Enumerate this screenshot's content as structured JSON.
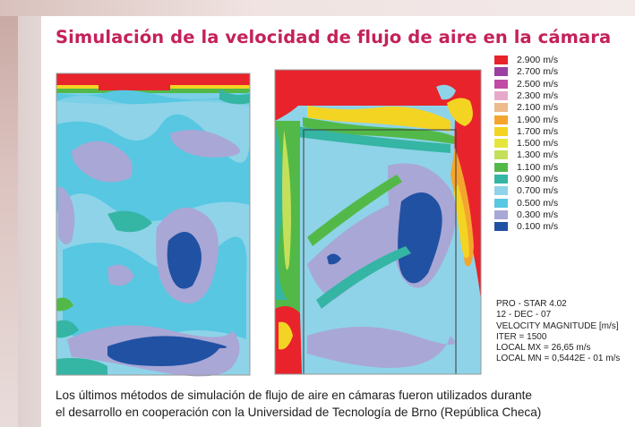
{
  "title": "Simulación de la velocidad de flujo de aire en la cámara",
  "legend": [
    {
      "label": "2.900 m/s",
      "color": "#e8232b"
    },
    {
      "label": "2.700 m/s",
      "color": "#9b3fa2"
    },
    {
      "label": "2.500 m/s",
      "color": "#c04ba6"
    },
    {
      "label": "2.300 m/s",
      "color": "#e7a9c9"
    },
    {
      "label": "2.100 m/s",
      "color": "#eeb98b"
    },
    {
      "label": "1.900 m/s",
      "color": "#f5a52e"
    },
    {
      "label": "1.700 m/s",
      "color": "#f4d423"
    },
    {
      "label": "1.500 m/s",
      "color": "#e6e63a"
    },
    {
      "label": "1.300 m/s",
      "color": "#c4e05a"
    },
    {
      "label": "1.100 m/s",
      "color": "#52b948"
    },
    {
      "label": "0.900 m/s",
      "color": "#35b5a4"
    },
    {
      "label": "0.700 m/s",
      "color": "#8fd3e8"
    },
    {
      "label": "0.500 m/s",
      "color": "#57c7e2"
    },
    {
      "label": "0.300 m/s",
      "color": "#a9a7d6"
    },
    {
      "label": "0.100 m/s",
      "color": "#2151a3"
    }
  ],
  "simulation_info": [
    "PRO - STAR 4.02",
    "12 - DEC - 07",
    "VELOCITY MAGNITUDE [m/s]",
    "ITER = 1500",
    "LOCAL MX = 26,65 m/s",
    "LOCAL MN = 0,5442E - 01 m/s"
  ],
  "caption": [
    "Los últimos métodos de simulación de flujo de aire en cámaras fueron utilizados durante",
    "el desarrollo en cooperación con la Universidad de Tecnología de Brno (República Checa)"
  ]
}
